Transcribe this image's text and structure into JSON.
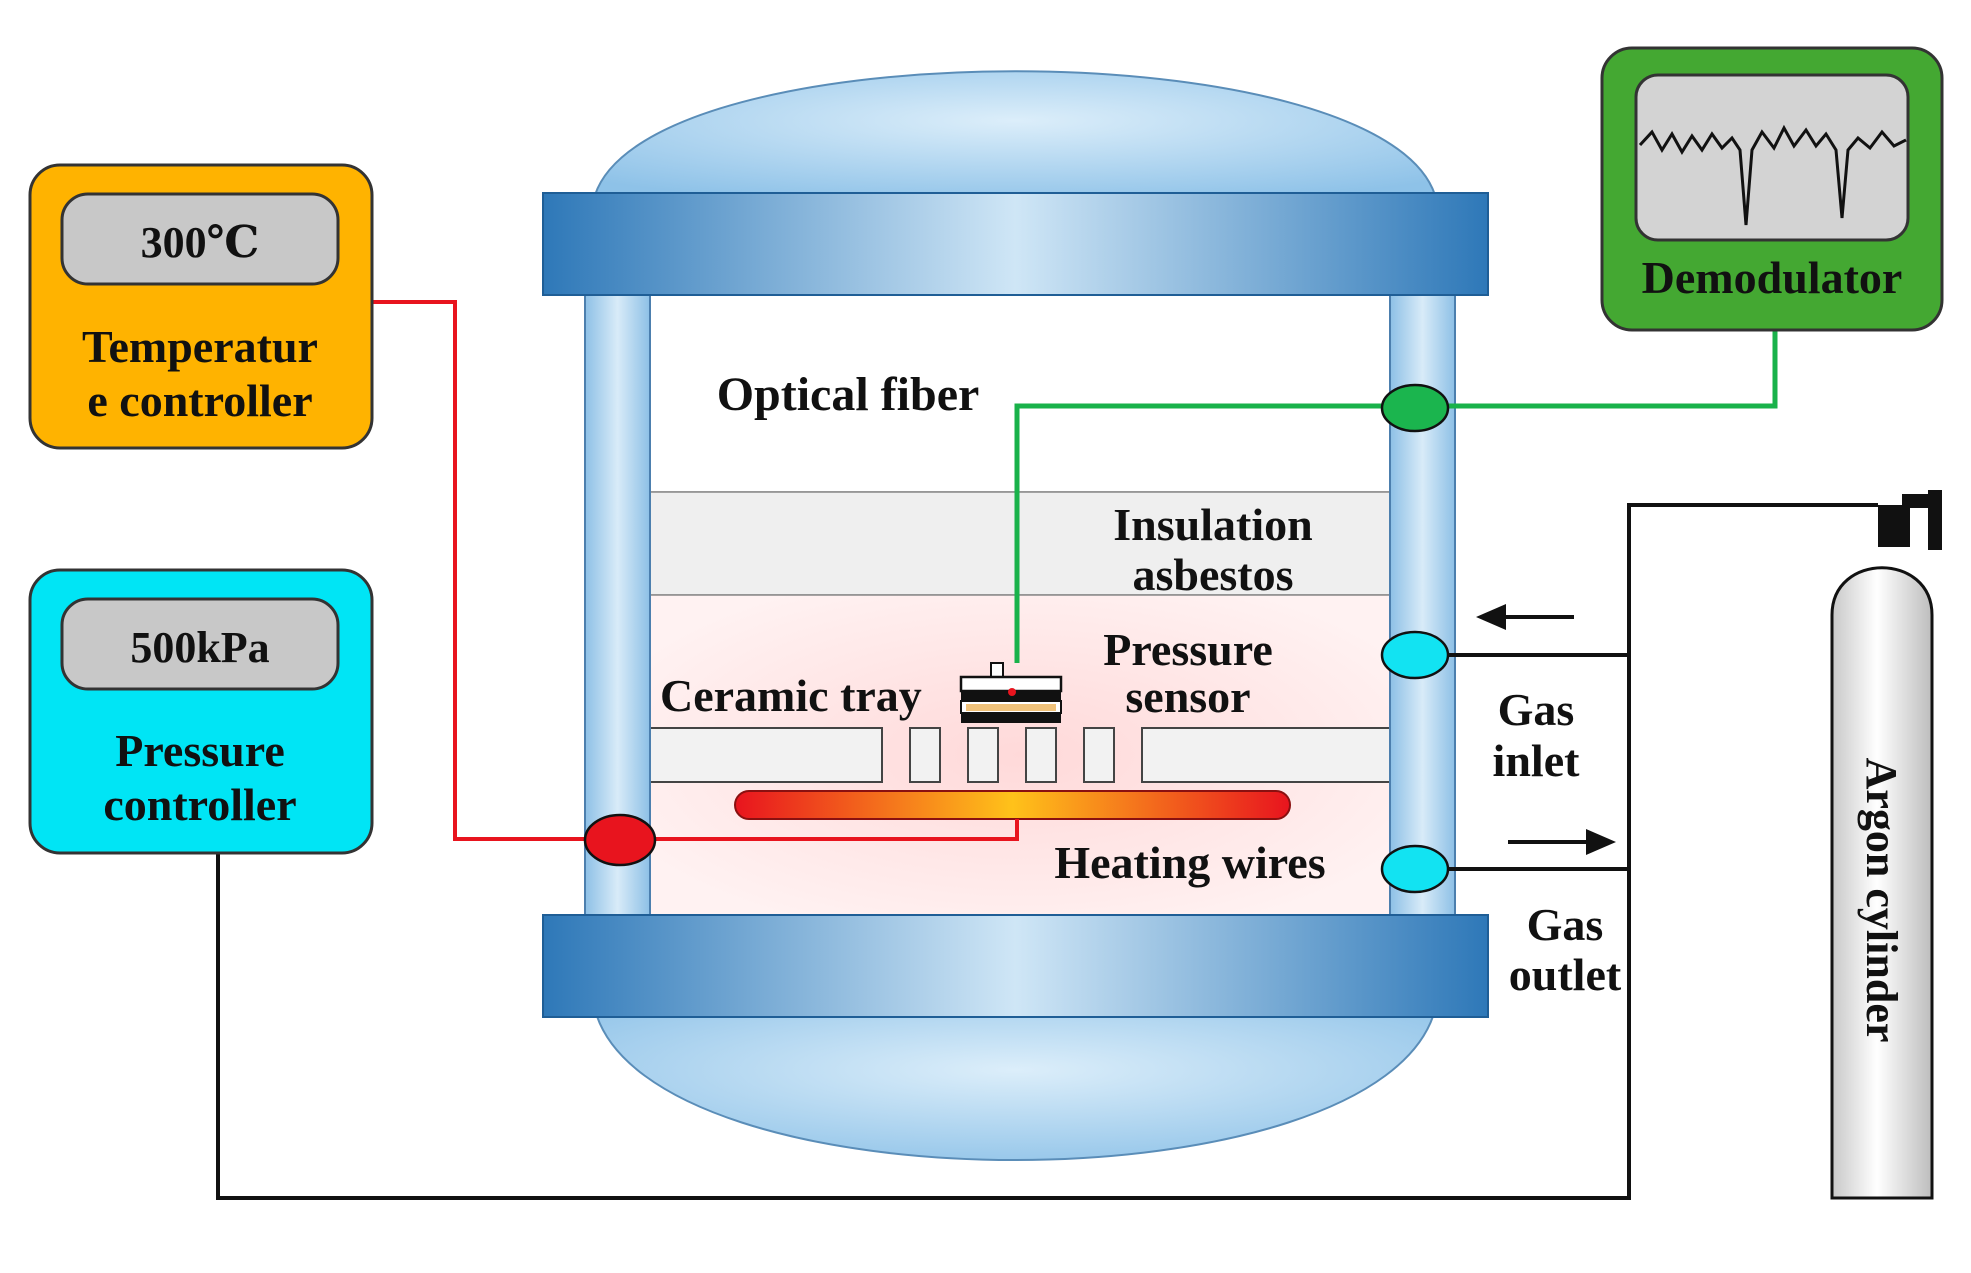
{
  "temperature_controller": {
    "display_value": "300℃",
    "label_line1": "Temperatur",
    "label_line2": "e controller",
    "color": "#FFB300"
  },
  "pressure_controller": {
    "display_value": "500kPa",
    "label_line1": "Pressure",
    "label_line2": "controller",
    "color": "#00E5F5"
  },
  "demodulator": {
    "label": "Demodulator",
    "color": "#44A832",
    "screen_icon": "spectrum-waveform-icon"
  },
  "chamber": {
    "optical_fiber_label": "Optical fiber",
    "insulation_line1": "Insulation",
    "insulation_line2": "asbestos",
    "ceramic_tray_label": "Ceramic tray",
    "pressure_sensor_line1": "Pressure",
    "pressure_sensor_line2": "sensor",
    "heating_wires_label": "Heating wires",
    "flange_color": "#3F8FCB",
    "dome_color": "#9CCBEB"
  },
  "gas": {
    "inlet_line1": "Gas",
    "inlet_line2": "inlet",
    "outlet_line1": "Gas",
    "outlet_line2": "outlet"
  },
  "argon_cylinder": {
    "label": "Argon cylinder"
  },
  "connection_colors": {
    "temperature_line": "#E8141E",
    "fiber_line": "#19B24A",
    "pressure_line": "#111111"
  }
}
